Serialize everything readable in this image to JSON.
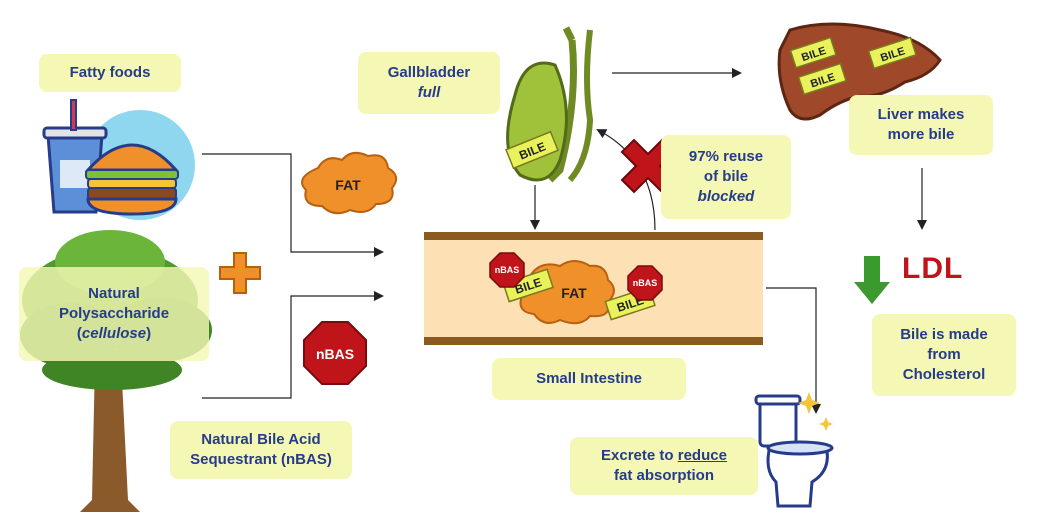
{
  "labels": {
    "fatty_foods": "Fatty foods",
    "gallbladder": "Gallbladder",
    "gallbladder_state": "full",
    "liver_makes": "Liver makes",
    "more_bile": "more bile",
    "reuse_line1": "97% reuse",
    "reuse_line2": "of bile",
    "reuse_state": "blocked",
    "polysaccharide_1": "Natural",
    "polysaccharide_2": "Polysaccharide",
    "polysaccharide_3": "cellulose",
    "nbas_label_1": "Natural Bile Acid",
    "nbas_label_2": "Sequestrant (nBAS)",
    "small_intestine": "Small Intestine",
    "bile_made_1": "Bile is made",
    "bile_made_2": "from",
    "bile_made_3": "Cholesterol",
    "excrete_1": "Excrete to",
    "excrete_reduce": "reduce",
    "excrete_2": "fat absorption",
    "ldl": "LDL"
  },
  "tokens": {
    "fat": "FAT",
    "bile": "BILE",
    "nbas_big": "nBAS",
    "nbas_small": "nBAS"
  },
  "colors": {
    "label_bg": "#f4f8b4",
    "label_text": "#263c8a",
    "fat_orange": "#f0902a",
    "bile_yellow": "#e9f25a",
    "nbas_red": "#c0141b",
    "ldl_red": "#c0141b",
    "arrow_green": "#3b9a2e",
    "intestine_wall": "#8b5a1e",
    "intestine_fill": "#fde1b4",
    "liver": "#a0482a",
    "gallbladder": "#9fc23a",
    "cross_red": "#c0141b"
  },
  "icons": [
    "fatty-foods-icon",
    "plus-icon",
    "tree-icon",
    "gallbladder-icon",
    "liver-icon",
    "cross-icon",
    "toilet-icon",
    "down-arrow-icon"
  ]
}
